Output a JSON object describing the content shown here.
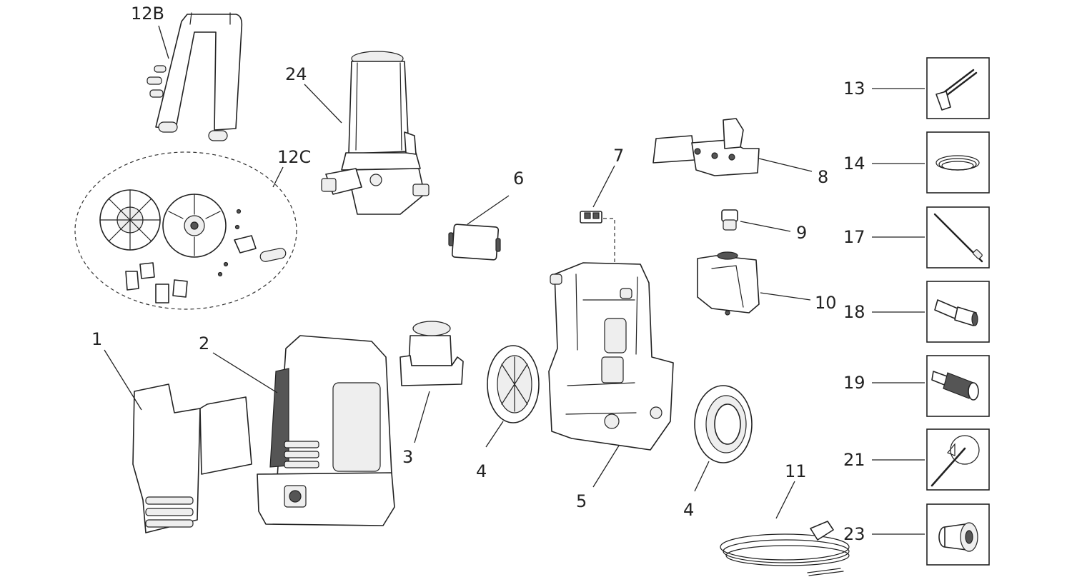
{
  "diagram": {
    "parts": [
      {
        "id": "1",
        "label": "1"
      },
      {
        "id": "2",
        "label": "2"
      },
      {
        "id": "3",
        "label": "3"
      },
      {
        "id": "4a",
        "label": "4"
      },
      {
        "id": "4b",
        "label": "4"
      },
      {
        "id": "5",
        "label": "5"
      },
      {
        "id": "6",
        "label": "6"
      },
      {
        "id": "7",
        "label": "7"
      },
      {
        "id": "8",
        "label": "8"
      },
      {
        "id": "9",
        "label": "9"
      },
      {
        "id": "10",
        "label": "10"
      },
      {
        "id": "11",
        "label": "11"
      },
      {
        "id": "12B",
        "label": "12B"
      },
      {
        "id": "12C",
        "label": "12C"
      },
      {
        "id": "24",
        "label": "24"
      }
    ],
    "accessories": [
      {
        "id": "13",
        "label": "13",
        "icon": "spray-gun-icon"
      },
      {
        "id": "14",
        "label": "14",
        "icon": "hose-coil-icon"
      },
      {
        "id": "17",
        "label": "17",
        "icon": "lance-icon"
      },
      {
        "id": "18",
        "label": "18",
        "icon": "nozzle-adapter-icon"
      },
      {
        "id": "19",
        "label": "19",
        "icon": "turbo-nozzle-icon"
      },
      {
        "id": "21",
        "label": "21",
        "icon": "cleaning-needle-icon"
      },
      {
        "id": "23",
        "label": "23",
        "icon": "hose-connector-icon"
      }
    ],
    "colors": {
      "ink": "#222222",
      "background": "#ffffff"
    }
  }
}
